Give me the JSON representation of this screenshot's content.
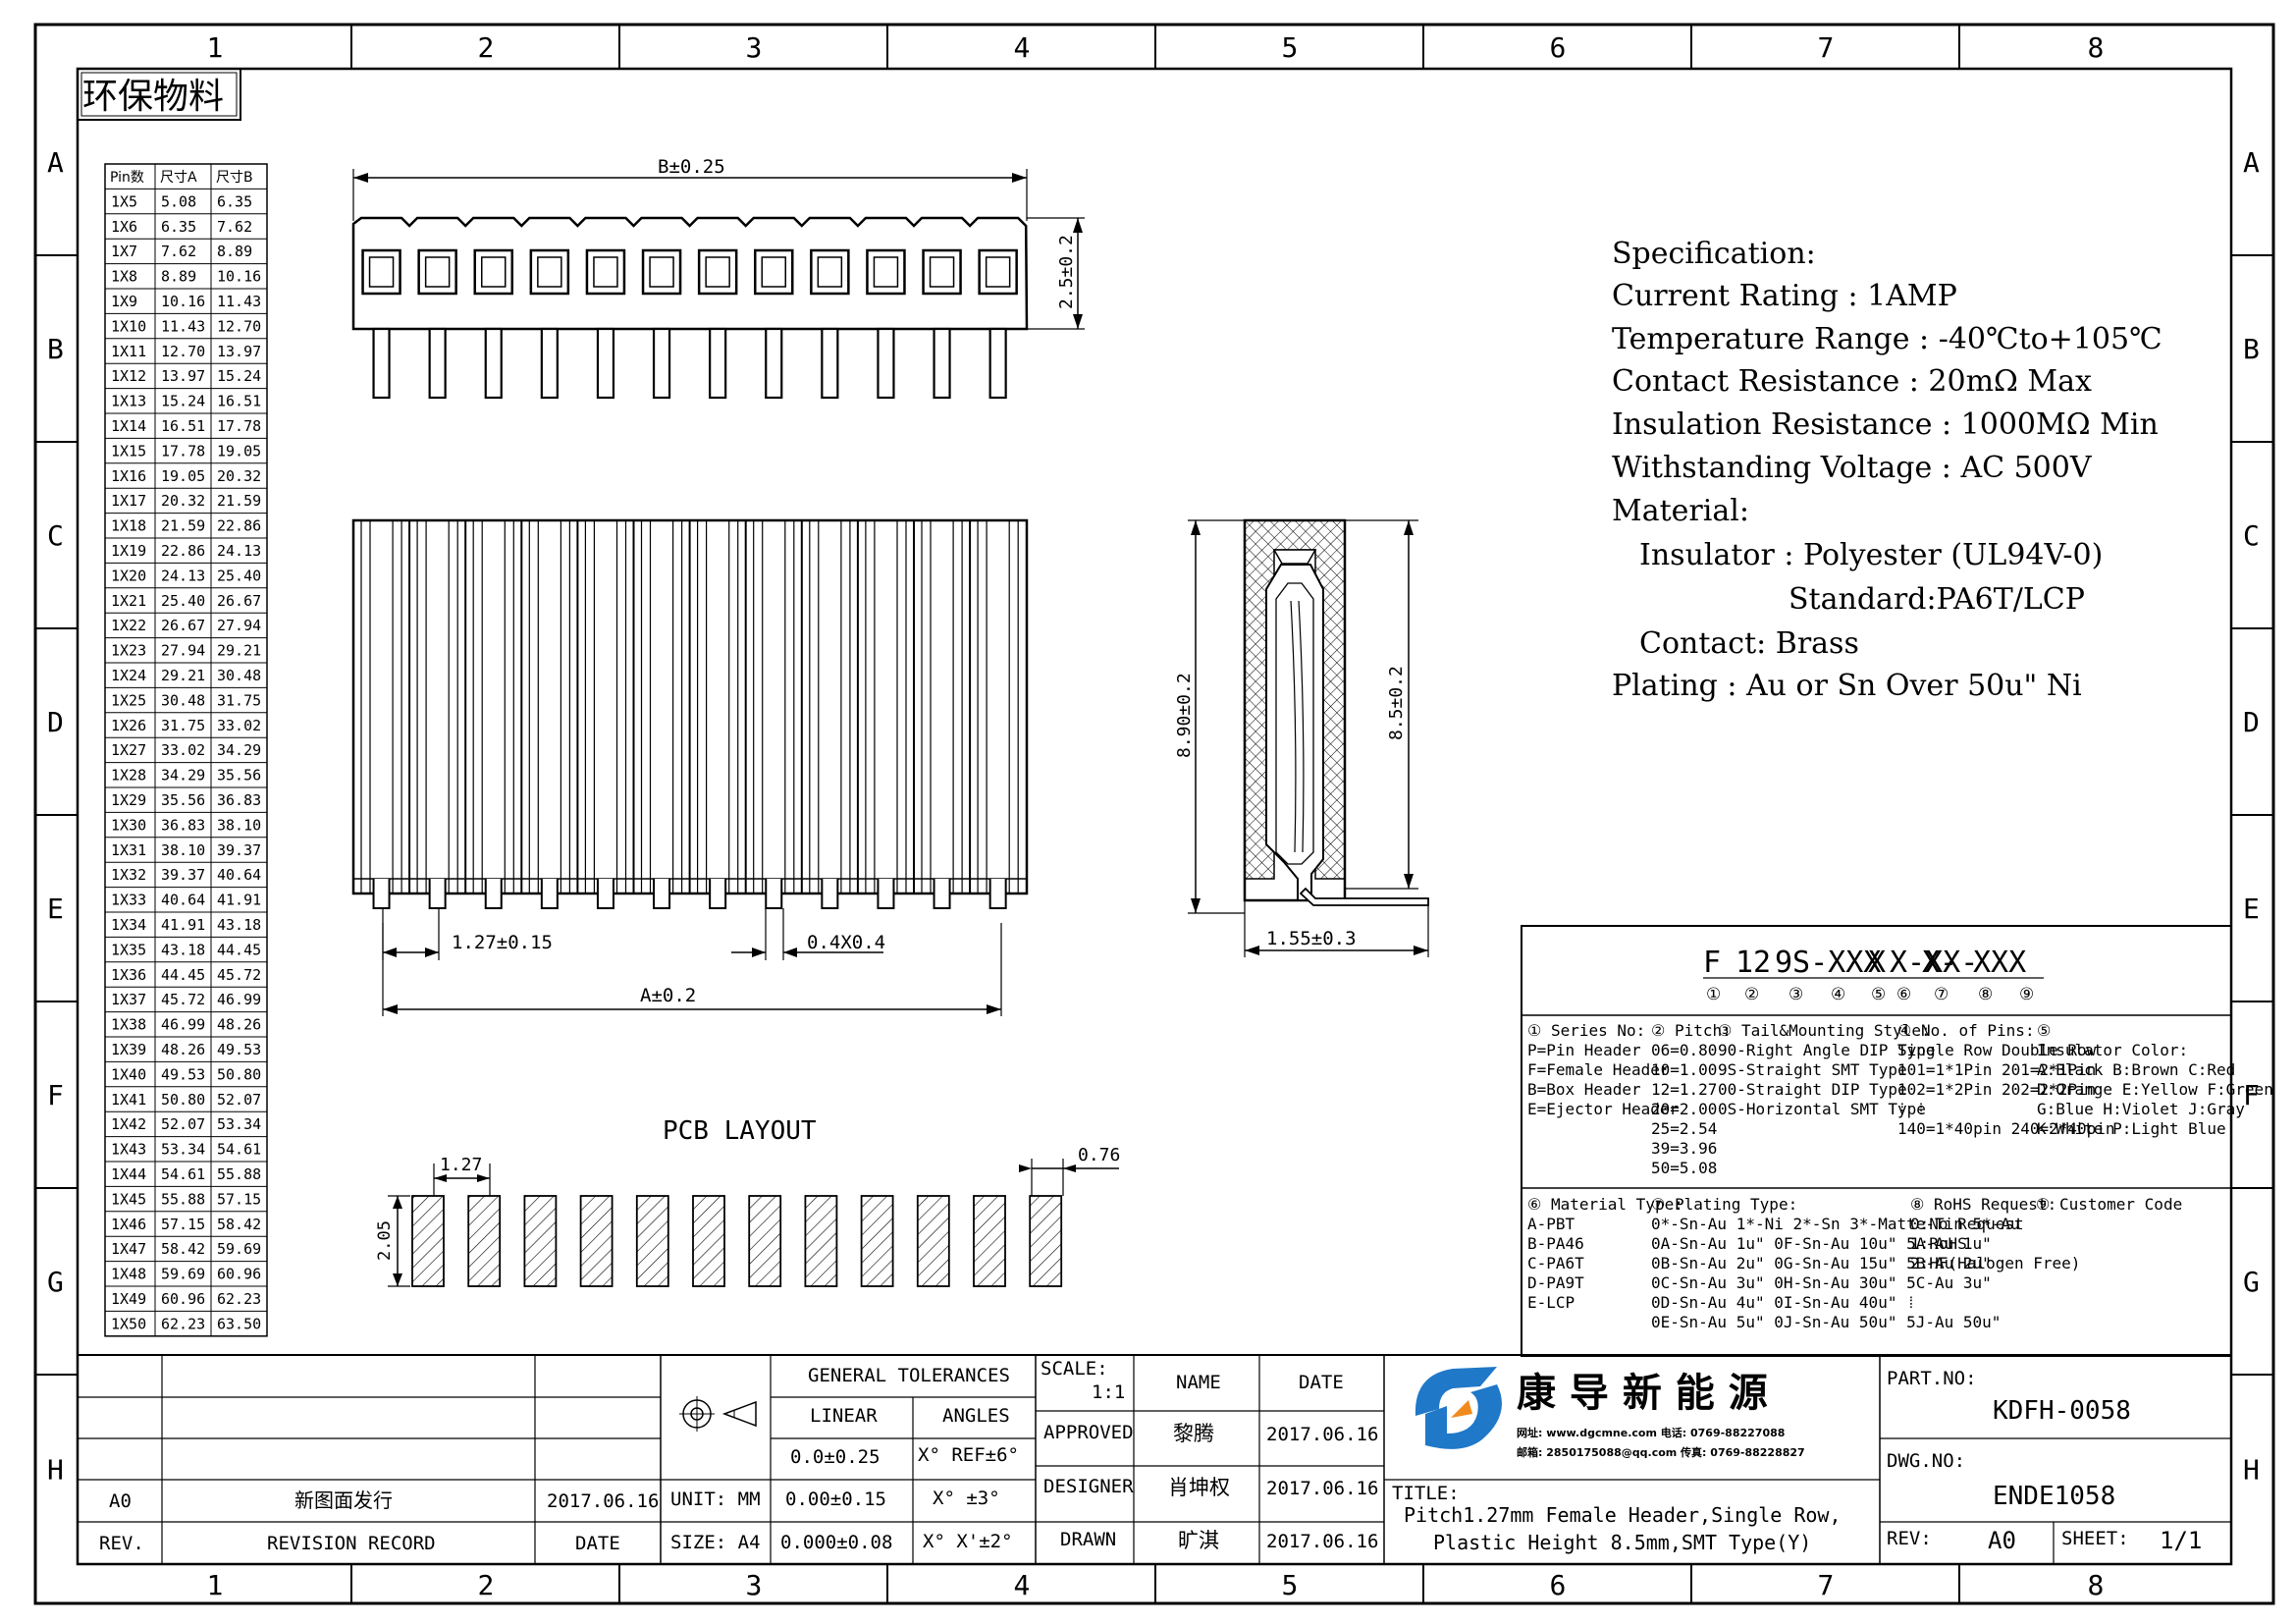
{
  "grid": {
    "cols": [
      "1",
      "2",
      "3",
      "4",
      "5",
      "6",
      "7",
      "8"
    ],
    "rows": [
      "A",
      "B",
      "C",
      "D",
      "E",
      "F",
      "G",
      "H"
    ]
  },
  "env_label": "环保物料",
  "size_table": {
    "headers": [
      "Pin数",
      "尺寸A",
      "尺寸B"
    ],
    "rows": [
      [
        "1X5",
        "5.08",
        "6.35"
      ],
      [
        "1X6",
        "6.35",
        "7.62"
      ],
      [
        "1X7",
        "7.62",
        "8.89"
      ],
      [
        "1X8",
        "8.89",
        "10.16"
      ],
      [
        "1X9",
        "10.16",
        "11.43"
      ],
      [
        "1X10",
        "11.43",
        "12.70"
      ],
      [
        "1X11",
        "12.70",
        "13.97"
      ],
      [
        "1X12",
        "13.97",
        "15.24"
      ],
      [
        "1X13",
        "15.24",
        "16.51"
      ],
      [
        "1X14",
        "16.51",
        "17.78"
      ],
      [
        "1X15",
        "17.78",
        "19.05"
      ],
      [
        "1X16",
        "19.05",
        "20.32"
      ],
      [
        "1X17",
        "20.32",
        "21.59"
      ],
      [
        "1X18",
        "21.59",
        "22.86"
      ],
      [
        "1X19",
        "22.86",
        "24.13"
      ],
      [
        "1X20",
        "24.13",
        "25.40"
      ],
      [
        "1X21",
        "25.40",
        "26.67"
      ],
      [
        "1X22",
        "26.67",
        "27.94"
      ],
      [
        "1X23",
        "27.94",
        "29.21"
      ],
      [
        "1X24",
        "29.21",
        "30.48"
      ],
      [
        "1X25",
        "30.48",
        "31.75"
      ],
      [
        "1X26",
        "31.75",
        "33.02"
      ],
      [
        "1X27",
        "33.02",
        "34.29"
      ],
      [
        "1X28",
        "34.29",
        "35.56"
      ],
      [
        "1X29",
        "35.56",
        "36.83"
      ],
      [
        "1X30",
        "36.83",
        "38.10"
      ],
      [
        "1X31",
        "38.10",
        "39.37"
      ],
      [
        "1X32",
        "39.37",
        "40.64"
      ],
      [
        "1X33",
        "40.64",
        "41.91"
      ],
      [
        "1X34",
        "41.91",
        "43.18"
      ],
      [
        "1X35",
        "43.18",
        "44.45"
      ],
      [
        "1X36",
        "44.45",
        "45.72"
      ],
      [
        "1X37",
        "45.72",
        "46.99"
      ],
      [
        "1X38",
        "46.99",
        "48.26"
      ],
      [
        "1X39",
        "48.26",
        "49.53"
      ],
      [
        "1X40",
        "49.53",
        "50.80"
      ],
      [
        "1X41",
        "50.80",
        "52.07"
      ],
      [
        "1X42",
        "52.07",
        "53.34"
      ],
      [
        "1X43",
        "53.34",
        "54.61"
      ],
      [
        "1X44",
        "54.61",
        "55.88"
      ],
      [
        "1X45",
        "55.88",
        "57.15"
      ],
      [
        "1X46",
        "57.15",
        "58.42"
      ],
      [
        "1X47",
        "58.42",
        "59.69"
      ],
      [
        "1X48",
        "59.69",
        "60.96"
      ],
      [
        "1X49",
        "60.96",
        "62.23"
      ],
      [
        "1X50",
        "62.23",
        "63.50"
      ]
    ]
  },
  "dims": {
    "b": "B±0.25",
    "h_top": "2.5±0.2",
    "pitch": "1.27±0.15",
    "pin": "0.4X0.4",
    "a": "A±0.2",
    "side_h1": "8.90±0.2",
    "side_h2": "8.5±0.2",
    "side_w": "1.55±0.3",
    "pcb_title": "PCB LAYOUT",
    "pcb_pitch": "1.27",
    "pcb_w": "0.76",
    "pcb_h": "2.05"
  },
  "spec": {
    "lines": [
      "Specification:",
      "Current Rating : 1AMP",
      "Temperature Range : -40℃to+105℃",
      "Contact Resistance : 20mΩ Max",
      "Insulation Resistance : 1000MΩ Min",
      "Withstanding Voltage : AC 500V",
      "Material:",
      "Insulator : Polyester (UL94V-0)",
      "Standard:PA6T/LCP",
      "Contact: Brass",
      "Plating : Au or Sn Over 50u\" Ni"
    ]
  },
  "part_numbering": {
    "code": [
      "F",
      "12",
      "9S-XXX",
      "X",
      "X-XX-",
      "X-",
      "XXX"
    ],
    "markers": [
      "①",
      "②",
      "③",
      "④",
      "⑤",
      "⑥",
      "⑦",
      "⑧",
      "⑨"
    ],
    "series": [
      "① Series No:",
      "P=Pin Header",
      "F=Female Header",
      "B=Box Header",
      "E=Ejector Header"
    ],
    "pitch": [
      "② Pitch:",
      "06=0.80",
      "10=1.00",
      "12=1.27",
      "20=2.00",
      "25=2.54",
      "39=3.96",
      "50=5.08"
    ],
    "tail": [
      "③ Tail&Mounting Style:",
      "90-Right Angle DIP Type",
      "9S-Straight SMT Type",
      "00-Straight DIP Type",
      "0S-Horizontal SMT Type"
    ],
    "pins": [
      "④ No. of Pins:",
      "Single Row   Double Row",
      "101=1*1Pin   201=2*1Pin",
      "102=1*2Pin   202=2*2Pin",
      "  ⁞            ⁞",
      "140=1*40pin  240=2*40pin"
    ],
    "color": [
      "⑤",
      "Insulator Color:",
      "A:Black  B:Brown  C:Red",
      "D:Orange E:Yellow F:Green",
      "G:Blue   H:Violet J:Gray",
      "K:White  P:Light Blue"
    ],
    "material": [
      "⑥ Material Type:",
      "A-PBT",
      "B-PA46",
      "C-PA6T",
      "D-PA9T",
      "E-LCP"
    ],
    "plating": [
      "⑦ Plating Type:",
      "0*-Sn-Au 1*-Ni 2*-Sn 3*-Matte-Tin 5*-Au",
      "0A-Sn-Au 1u\" 0F-Sn-Au 10u\"  5A-Au 1u\"",
      "0B-Sn-Au 2u\" 0G-Sn-Au 15u\"  5B-Au 2u\"",
      "0C-Sn-Au 3u\" 0H-Sn-Au 30u\"  5C-Au 3u\"",
      "0D-Sn-Au 4u\" 0I-Sn-Au 40u\"     ⁞",
      "0E-Sn-Au 5u\" 0J-Sn-Au 50u\"  5J-Au 50u\""
    ],
    "rohs": [
      "⑧ RoHS Request:",
      "0:No Request",
      "1:RoHS",
      "2:HF(Halogen Free)"
    ],
    "customer": [
      "⑨ Customer Code"
    ]
  },
  "title_block": {
    "general_tolerances": "GENERAL TOLERANCES",
    "linear": "LINEAR",
    "angles": "ANGLES",
    "tol1_lin": "0.0±0.25",
    "tol1_ang": "X° REF±6°",
    "tol2_lin": "0.00±0.15",
    "tol2_ang": "X° ±3°",
    "tol3_lin": "0.000±0.08",
    "tol3_ang": "X° X'±2°",
    "unit": "UNIT: MM",
    "size": "SIZE: A4",
    "scale_label": "SCALE:",
    "scale_value": "1:1",
    "name_label": "NAME",
    "date_label": "DATE",
    "approved": "APPROVED",
    "approved_name": "黎腾",
    "approved_date": "2017.06.16",
    "designer": "DESIGNER",
    "designer_name": "肖坤权",
    "designer_date": "2017.06.16",
    "drawn": "DRAWN",
    "drawn_name": "旷淇",
    "drawn_date": "2017.06.16",
    "company": "康 导 新 能 源",
    "contact1": "网址: www.dgcmne.com  电话: 0769-88227088",
    "contact2": "邮箱: 2850175088@qq.com  传真: 0769-88228827",
    "title_label": "TITLE:",
    "title_line1": "Pitch1.27mm Female Header,Single Row,",
    "title_line2": "Plastic Height 8.5mm,SMT Type(Y)",
    "part_label": "PART.NO:",
    "part_value": "KDFH-0058",
    "dwg_label": "DWG.NO:",
    "dwg_value": "ENDE1058",
    "rev_label": "REV:",
    "rev_value": "A0",
    "sheet_label": "SHEET:",
    "sheet_value": "1/1",
    "rev_row_rev": "A0",
    "rev_row_record": "新图面发行",
    "rev_row_date": "2017.06.16",
    "rev_head_rev": "REV.",
    "rev_head_record": "REVISION RECORD",
    "rev_head_date": "DATE"
  },
  "colors": {
    "line": "#000000",
    "logo_blue": "#1f78c8",
    "logo_orange": "#f08a1c"
  }
}
